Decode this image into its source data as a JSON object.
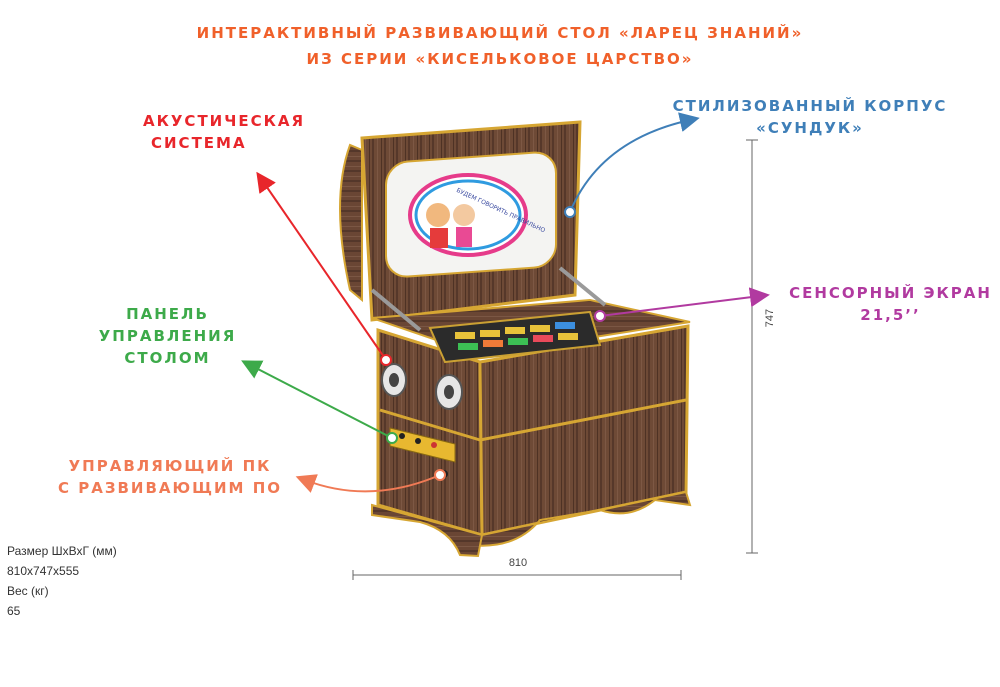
{
  "header": {
    "line1": "ИНТЕРАКТИВНЫЙ РАЗВИВАЮЩИЙ СТОЛ «ЛАРЕЦ ЗНАНИЙ»",
    "line2": "ИЗ СЕРИИ «КИСЕЛЬКОВОЕ ЦАРСТВО»"
  },
  "callouts": {
    "acoustic": {
      "line1": "АКУСТИЧЕСКАЯ",
      "line2": "СИСТЕМА",
      "color": "#e8262b"
    },
    "case": {
      "line1": "СТИЛИЗОВАННЫЙ КОРПУС",
      "line2": "«СУНДУК»",
      "color": "#3f7fb8"
    },
    "screen": {
      "line1": "СЕНСОРНЫЙ ЭКРАН",
      "line2": "21,5’’",
      "color": "#b13aa0"
    },
    "panel": {
      "line1": "ПАНЕЛЬ",
      "line2": "УПРАВЛЕНИЯ СТОЛОМ",
      "color": "#3daa4a"
    },
    "pc": {
      "line1": "УПРАВЛЯЮЩИЙ ПК",
      "line2": "С РАЗВИВАЮЩИМ ПО",
      "color": "#f07a55"
    }
  },
  "dimensions": {
    "width": "810",
    "height": "747"
  },
  "screen_sign": {
    "text": "БУДЕМ ГОВОРИТЬ ПРАВИЛЬНО"
  },
  "specs": {
    "size_label": "Размер ШхВхГ (мм)",
    "size_value": "810х747х555",
    "weight_label": "Вес (кг)",
    "weight_value": "65"
  }
}
